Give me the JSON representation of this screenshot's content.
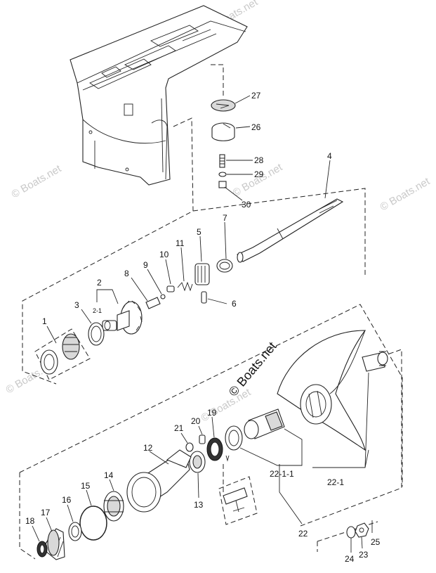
{
  "watermarks": [
    "© Boats.net",
    "© Boats.net",
    "© Boats.net",
    "© Boats.net",
    "© Boats.net",
    "© Boats.net"
  ],
  "brand_mark": "© Boats.net",
  "part_numbers": {
    "p1": "1",
    "p2": "2",
    "p2_1": "2-1",
    "p3": "3",
    "p4": "4",
    "p5": "5",
    "p6": "6",
    "p7": "7",
    "p8": "8",
    "p9": "9",
    "p10": "10",
    "p11": "11",
    "p12": "12",
    "p13": "13",
    "p14": "14",
    "p15": "15",
    "p16": "16",
    "p17": "17",
    "p18": "18",
    "p19": "19",
    "p20": "20",
    "p21": "21",
    "p22": "22",
    "p22_1": "22-1",
    "p22_1_1": "22-1-1",
    "p23": "23",
    "p24": "24",
    "p25": "25",
    "p26": "26",
    "p27": "27",
    "p28": "28",
    "p29": "29",
    "p30": "30"
  }
}
